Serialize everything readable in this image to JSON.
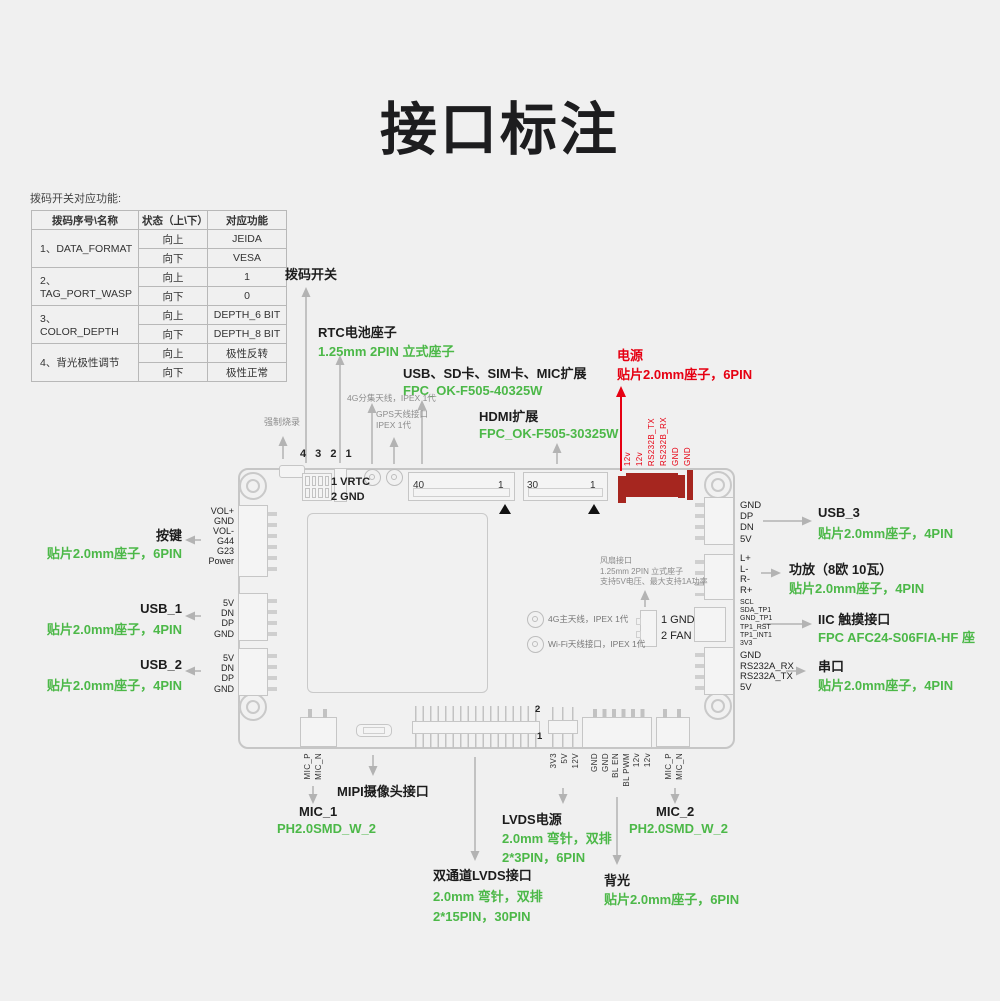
{
  "title": "接口标注",
  "colors": {
    "green": "#4CB848",
    "red": "#E60012",
    "dark_red": "#A6261F"
  },
  "dip_table": {
    "caption": "拨码开关对应功能:",
    "headers": [
      "拨码序号\\名称",
      "状态（上\\下）",
      "对应功能"
    ],
    "up": "向上",
    "down": "向下",
    "rows": [
      {
        "name": "1、DATA_FORMAT",
        "up_func": "JEIDA",
        "down_func": "VESA"
      },
      {
        "name": "2、TAG_PORT_WASP",
        "up_func": "1",
        "down_func": "0"
      },
      {
        "name": "3、COLOR_DEPTH",
        "up_func": "DEPTH_6 BIT",
        "down_func": "DEPTH_8 BIT"
      },
      {
        "name": "4、背光极性调节",
        "up_func": "极性反转",
        "down_func": "极性正常"
      }
    ]
  },
  "top_labels": {
    "dip_switch": "拨码开关",
    "rtc_title": "RTC电池座子",
    "rtc_sub": "1.25mm 2PIN 立式座子",
    "usb_sd_title": "USB、SD卡、SIM卡、MIC扩展",
    "usb_sd_sub": "FPC_OK-F505-40325W",
    "hdmi_title": "HDMI扩展",
    "hdmi_sub": "FPC_OK-F505-30325W",
    "power_title": "电源",
    "power_sub": "贴片2.0mm座子，6PIN",
    "force_burn": "强制烧录",
    "ant_4g_div": "4G分集天线，IPEX 1代",
    "gps": "GPS天线接口\nIPEX 1代",
    "dip_numbers": "4 3 2 1",
    "vrtc": "1 VRTC\n2 GND",
    "fpc40_left": "40",
    "fpc40_right": "1",
    "fpc30_left": "30",
    "fpc30_right": "1",
    "power_pins": [
      "12v",
      "12v",
      "RS232B_TX",
      "RS232B_RX",
      "GND",
      "GND"
    ]
  },
  "left": {
    "keys_title": "按键",
    "keys_sub": "贴片2.0mm座子，6PIN",
    "keys_pins": [
      "VOL+",
      "GND",
      "VOL-",
      "G44",
      "G23",
      "Power"
    ],
    "usb1_title": "USB_1",
    "usb1_sub": "贴片2.0mm座子，4PIN",
    "usb1_pins": [
      "5V",
      "DN",
      "DP",
      "GND"
    ],
    "usb2_title": "USB_2",
    "usb2_sub": "贴片2.0mm座子，4PIN",
    "usb2_pins": [
      "5V",
      "DN",
      "DP",
      "GND"
    ]
  },
  "right": {
    "usb3_title": "USB_3",
    "usb3_sub": "贴片2.0mm座子，4PIN",
    "usb3_pins": [
      "GND",
      "DP",
      "DN",
      "5V"
    ],
    "amp_title": "功放（8欧 10瓦）",
    "amp_sub": "贴片2.0mm座子，4PIN",
    "amp_pins": [
      "L+",
      "L-",
      "R-",
      "R+"
    ],
    "iic_title": "IIC 触摸接口",
    "iic_sub": "FPC AFC24-S06FIA-HF 座",
    "iic_pins": [
      "SCL",
      "SDA_TP1",
      "GND_TP1",
      "TP1_RST",
      "TP1_INT1",
      "3V3"
    ],
    "uart_title": "串口",
    "uart_sub": "贴片2.0mm座子，4PIN",
    "uart_pins": [
      "GND",
      "RS232A_RX",
      "RS232A_TX",
      "5V"
    ]
  },
  "center": {
    "fan_note": "风扇接口\n1.25mm 2PIN 立式座子\n支持5V电压、最大支持1A功率",
    "fan_pins": "1 GND\n2 FAN",
    "ant_4g_main": "4G主天线，IPEX 1代",
    "ant_wifi": "Wi-Fi天线接口，IPEX 1代"
  },
  "bottom": {
    "mipi": "MIPI摄像头接口",
    "mic1_title": "MIC_1",
    "mic1_sub": "PH2.0SMD_W_2",
    "mic1_pins": [
      "MIC_P",
      "MIC_N"
    ],
    "lvds_title": "双通道LVDS接口",
    "lvds_sub1": "2.0mm 弯针，双排",
    "lvds_sub2": "2*15PIN，30PIN",
    "lvds_pin2": "2",
    "lvds_pin1": "1",
    "lvds_pwr_title": "LVDS电源",
    "lvds_pwr_sub1": "2.0mm 弯针，双排",
    "lvds_pwr_sub2": "2*3PIN，6PIN",
    "lvds_pwr_pins": [
      "3V3",
      "5V",
      "12V"
    ],
    "bl_title": "背光",
    "bl_sub": "贴片2.0mm座子，6PIN",
    "bl_pins": [
      "GND",
      "GND",
      "BL EN",
      "BL PWM",
      "12v",
      "12v"
    ],
    "mic2_title": "MIC_2",
    "mic2_sub": "PH2.0SMD_W_2",
    "mic2_pins": [
      "MIC_P",
      "MIC_N"
    ]
  }
}
